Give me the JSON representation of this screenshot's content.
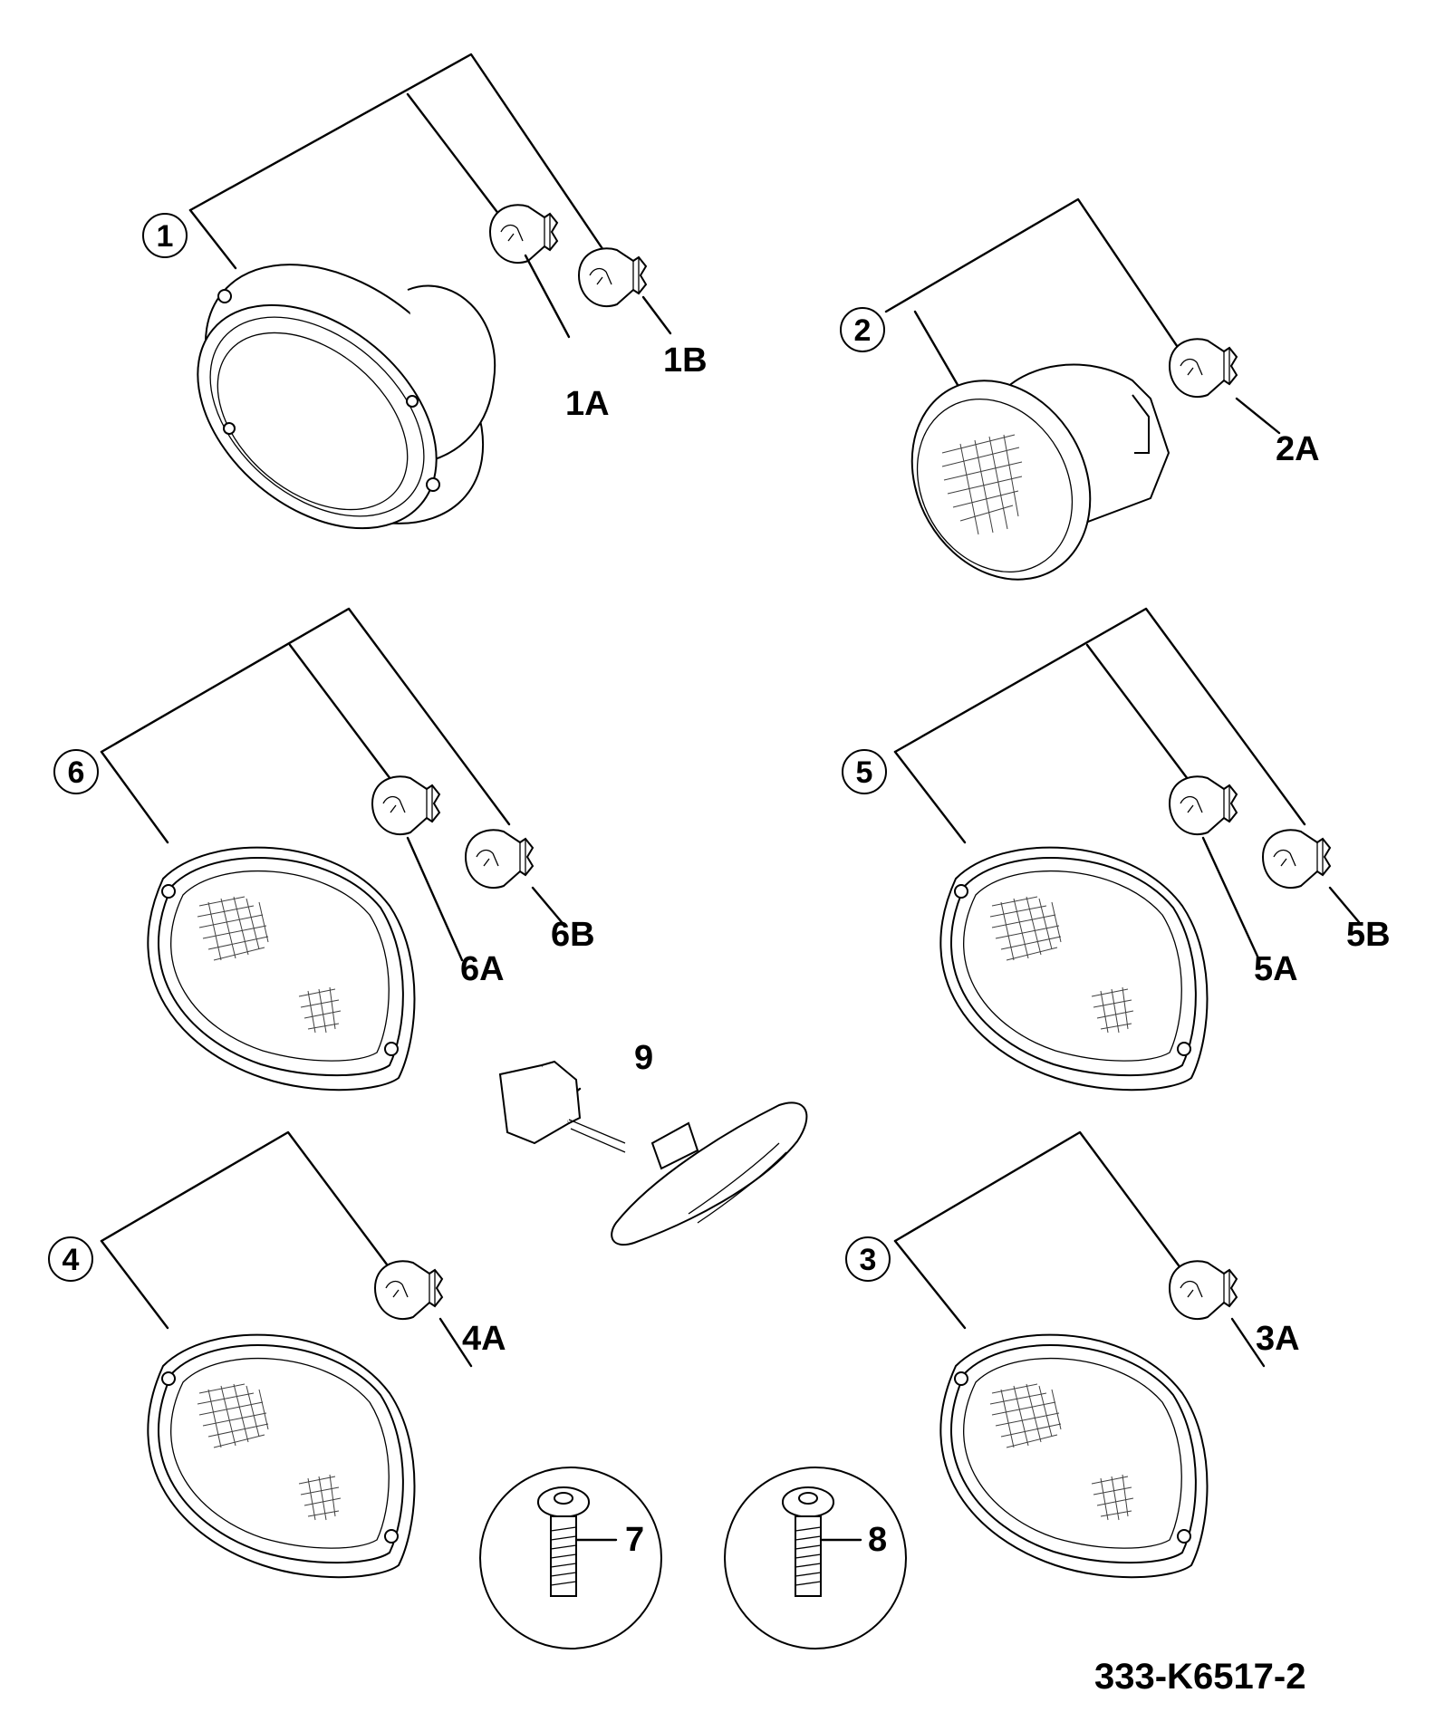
{
  "diagram": {
    "reference_code": "333-K6517-2",
    "callouts": {
      "c1": "1",
      "c2": "2",
      "c3": "3",
      "c4": "4",
      "c5": "5",
      "c6": "6"
    },
    "labels": {
      "l1A": "1A",
      "l1B": "1B",
      "l2A": "2A",
      "l3A": "3A",
      "l4A": "4A",
      "l5A": "5A",
      "l5B": "5B",
      "l6A": "6A",
      "l6B": "6B",
      "l7": "7",
      "l8": "8",
      "l9": "9"
    }
  }
}
